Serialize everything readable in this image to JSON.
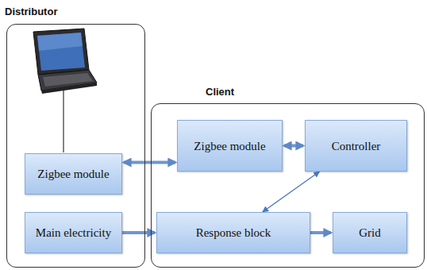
{
  "diagram": {
    "nodes": [
      {
        "text": [
          "Distributor"
        ]
      },
      {
        "text": [
          "Zigbee module"
        ],
        "in": 0
      },
      {
        "text": [
          "Main electricity"
        ],
        "in": 0
      },
      {
        "text": [
          "Client"
        ]
      },
      {
        "text": [
          "Zigbee module"
        ],
        "in": 3
      },
      {
        "text": [
          "Controller"
        ],
        "in": 3
      },
      {
        "text": [
          "Response block"
        ],
        "in": 3
      },
      {
        "text": [
          "Grid"
        ],
        "in": 3
      }
    ],
    "edges": [
      {
        "from": 1,
        "to": 4,
        "arrow": "both"
      },
      {
        "from": 4,
        "to": 5,
        "arrow": "both"
      },
      {
        "from": 5,
        "to": 6,
        "arrow": "both"
      },
      {
        "from": 2,
        "to": 6,
        "arrow": "to"
      },
      {
        "from": 6,
        "to": 7,
        "arrow": "to"
      }
    ]
  }
}
